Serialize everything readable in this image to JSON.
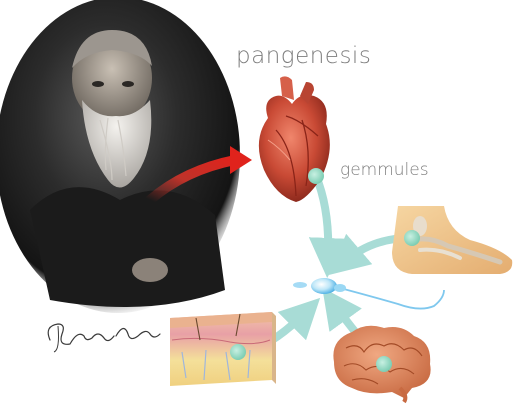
{
  "diagram": {
    "title": "pangenesis",
    "gemmules_label": "gemmules",
    "portrait": {
      "subject": "portrait-photo",
      "signature_text": "Charles Darwin"
    },
    "organs": [
      "heart",
      "foot",
      "skin",
      "brain"
    ],
    "center": "sperm-cell",
    "colors": {
      "arrow": "#a8dcd6",
      "gemmule": "#96d8c4",
      "red_arrow": "#d0342a",
      "title": "#7d7d7d",
      "heart": "#c94a35",
      "brain": "#d07a50",
      "sperm": "#7fc8ee"
    }
  }
}
